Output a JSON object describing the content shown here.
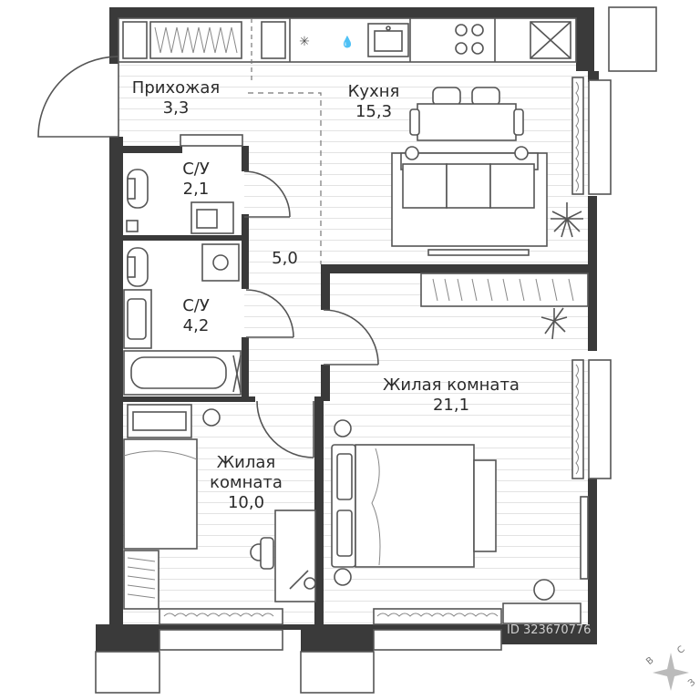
{
  "rooms": {
    "hallway": {
      "name": "Прихожая",
      "area": "3,3"
    },
    "kitchen": {
      "name": "Кухня",
      "area": "15,3"
    },
    "bath1": {
      "name": "С/У",
      "area": "2,1"
    },
    "bath2": {
      "name": "С/У",
      "area": "4,2"
    },
    "corridor": {
      "area": "5,0"
    },
    "living1": {
      "name": "Жилая комната",
      "area": "21,1"
    },
    "living2": {
      "name1": "Жилая",
      "name2": "комната",
      "area": "10,0"
    }
  },
  "compass": {
    "letters": [
      "В",
      "С",
      "З"
    ]
  },
  "watermark": "ID 323670776",
  "colors": {
    "wall": "#3a3a3a",
    "floor_line": "#dcdcdc",
    "furniture": "#555555"
  }
}
